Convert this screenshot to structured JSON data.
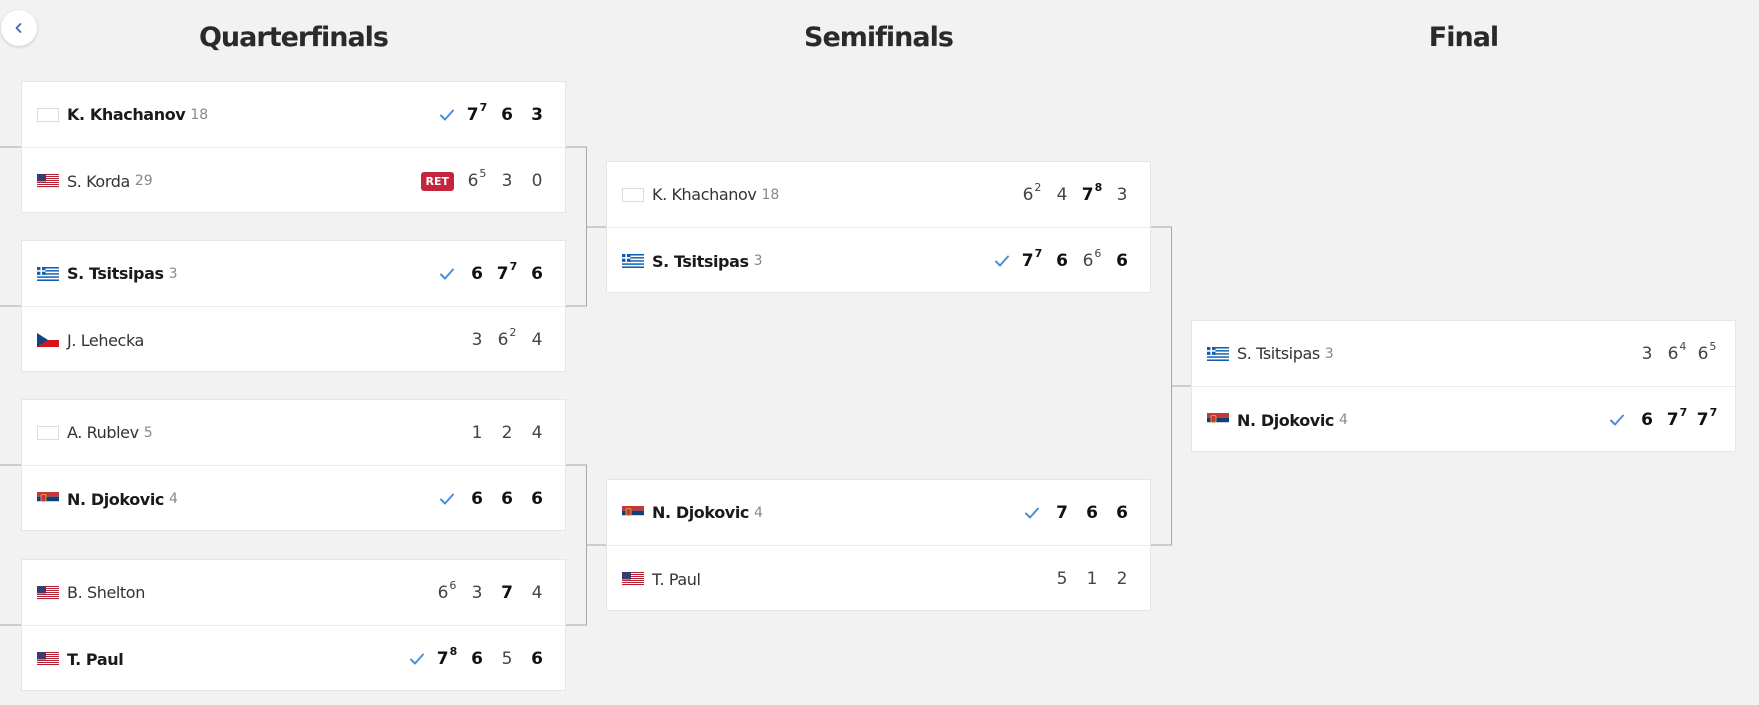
{
  "rounds": {
    "quarterfinals": "Quarterfinals",
    "semifinals": "Semifinals",
    "final": "Final"
  },
  "status_labels": {
    "retired": "RET"
  },
  "colors": {
    "background": "#f2f2f2",
    "card": "#ffffff",
    "check": "#4a8fd6",
    "retired_badge": "#c4243c"
  },
  "icons": {
    "back": "chevron-left-icon",
    "winner": "check-icon"
  },
  "matches": [
    {
      "round": "quarterfinals",
      "players": [
        {
          "flag": "blank",
          "name": "K. Khachanov",
          "seed": "18",
          "winner": true,
          "retired": false,
          "scores": [
            {
              "v": "7",
              "tb": "7",
              "won": true
            },
            {
              "v": "6",
              "tb": "",
              "won": true
            },
            {
              "v": "3",
              "tb": "",
              "won": true
            }
          ]
        },
        {
          "flag": "us",
          "name": "S. Korda",
          "seed": "29",
          "winner": false,
          "retired": true,
          "scores": [
            {
              "v": "6",
              "tb": "5",
              "won": false
            },
            {
              "v": "3",
              "tb": "",
              "won": false
            },
            {
              "v": "0",
              "tb": "",
              "won": false
            }
          ]
        }
      ]
    },
    {
      "round": "quarterfinals",
      "players": [
        {
          "flag": "gr",
          "name": "S. Tsitsipas",
          "seed": "3",
          "winner": true,
          "retired": false,
          "scores": [
            {
              "v": "6",
              "tb": "",
              "won": true
            },
            {
              "v": "7",
              "tb": "7",
              "won": true
            },
            {
              "v": "6",
              "tb": "",
              "won": true
            }
          ]
        },
        {
          "flag": "cz",
          "name": "J. Lehecka",
          "seed": "",
          "winner": false,
          "retired": false,
          "scores": [
            {
              "v": "3",
              "tb": "",
              "won": false
            },
            {
              "v": "6",
              "tb": "2",
              "won": false
            },
            {
              "v": "4",
              "tb": "",
              "won": false
            }
          ]
        }
      ]
    },
    {
      "round": "quarterfinals",
      "players": [
        {
          "flag": "blank",
          "name": "A. Rublev",
          "seed": "5",
          "winner": false,
          "retired": false,
          "scores": [
            {
              "v": "1",
              "tb": "",
              "won": false
            },
            {
              "v": "2",
              "tb": "",
              "won": false
            },
            {
              "v": "4",
              "tb": "",
              "won": false
            }
          ]
        },
        {
          "flag": "rs",
          "name": "N. Djokovic",
          "seed": "4",
          "winner": true,
          "retired": false,
          "scores": [
            {
              "v": "6",
              "tb": "",
              "won": true
            },
            {
              "v": "6",
              "tb": "",
              "won": true
            },
            {
              "v": "6",
              "tb": "",
              "won": true
            }
          ]
        }
      ]
    },
    {
      "round": "quarterfinals",
      "players": [
        {
          "flag": "us",
          "name": "B. Shelton",
          "seed": "",
          "winner": false,
          "retired": false,
          "scores": [
            {
              "v": "6",
              "tb": "6",
              "won": false
            },
            {
              "v": "3",
              "tb": "",
              "won": false
            },
            {
              "v": "7",
              "tb": "",
              "won": true
            },
            {
              "v": "4",
              "tb": "",
              "won": false
            }
          ]
        },
        {
          "flag": "us",
          "name": "T. Paul",
          "seed": "",
          "winner": true,
          "retired": false,
          "scores": [
            {
              "v": "7",
              "tb": "8",
              "won": true
            },
            {
              "v": "6",
              "tb": "",
              "won": true
            },
            {
              "v": "5",
              "tb": "",
              "won": false
            },
            {
              "v": "6",
              "tb": "",
              "won": true
            }
          ]
        }
      ]
    },
    {
      "round": "semifinals",
      "players": [
        {
          "flag": "blank",
          "name": "K. Khachanov",
          "seed": "18",
          "winner": false,
          "retired": false,
          "scores": [
            {
              "v": "6",
              "tb": "2",
              "won": false
            },
            {
              "v": "4",
              "tb": "",
              "won": false
            },
            {
              "v": "7",
              "tb": "8",
              "won": true
            },
            {
              "v": "3",
              "tb": "",
              "won": false
            }
          ]
        },
        {
          "flag": "gr",
          "name": "S. Tsitsipas",
          "seed": "3",
          "winner": true,
          "retired": false,
          "scores": [
            {
              "v": "7",
              "tb": "7",
              "won": true
            },
            {
              "v": "6",
              "tb": "",
              "won": true
            },
            {
              "v": "6",
              "tb": "6",
              "won": false
            },
            {
              "v": "6",
              "tb": "",
              "won": true
            }
          ]
        }
      ]
    },
    {
      "round": "semifinals",
      "players": [
        {
          "flag": "rs",
          "name": "N. Djokovic",
          "seed": "4",
          "winner": true,
          "retired": false,
          "scores": [
            {
              "v": "7",
              "tb": "",
              "won": true
            },
            {
              "v": "6",
              "tb": "",
              "won": true
            },
            {
              "v": "6",
              "tb": "",
              "won": true
            }
          ]
        },
        {
          "flag": "us",
          "name": "T. Paul",
          "seed": "",
          "winner": false,
          "retired": false,
          "scores": [
            {
              "v": "5",
              "tb": "",
              "won": false
            },
            {
              "v": "1",
              "tb": "",
              "won": false
            },
            {
              "v": "2",
              "tb": "",
              "won": false
            }
          ]
        }
      ]
    },
    {
      "round": "final",
      "players": [
        {
          "flag": "gr",
          "name": "S. Tsitsipas",
          "seed": "3",
          "winner": false,
          "retired": false,
          "scores": [
            {
              "v": "3",
              "tb": "",
              "won": false
            },
            {
              "v": "6",
              "tb": "4",
              "won": false
            },
            {
              "v": "6",
              "tb": "5",
              "won": false
            }
          ]
        },
        {
          "flag": "rs",
          "name": "N. Djokovic",
          "seed": "4",
          "winner": true,
          "retired": false,
          "scores": [
            {
              "v": "6",
              "tb": "",
              "won": true
            },
            {
              "v": "7",
              "tb": "7",
              "won": true
            },
            {
              "v": "7",
              "tb": "7",
              "won": true
            }
          ]
        }
      ]
    }
  ]
}
